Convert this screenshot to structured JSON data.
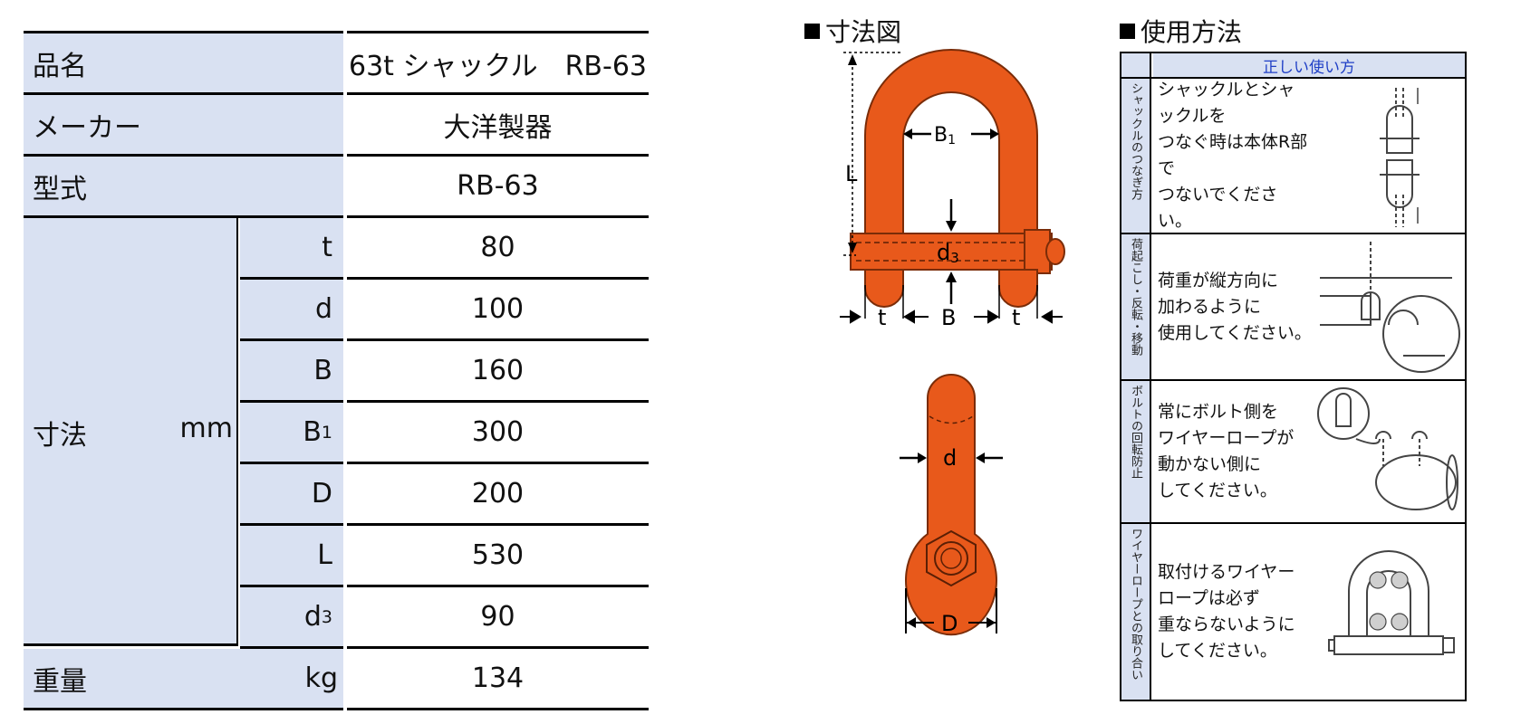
{
  "spec_table": {
    "rows": [
      {
        "label": "品名",
        "value": "63t シャックル　RB-63"
      },
      {
        "label": "メーカー",
        "value": "大洋製器"
      },
      {
        "label": "型式",
        "value": "RB-63"
      }
    ],
    "dimensions_label": "寸法",
    "dimensions_unit": "mm",
    "dimensions": [
      {
        "symbol": "t",
        "value": "80"
      },
      {
        "symbol": "d",
        "value": "100"
      },
      {
        "symbol": "B",
        "value": "160"
      },
      {
        "symbol": "B1",
        "value": "300"
      },
      {
        "symbol": "D",
        "value": "200"
      },
      {
        "symbol": "L",
        "value": "530"
      },
      {
        "symbol": "d3",
        "value": "90"
      }
    ],
    "weight_label": "重量",
    "weight_unit": "kg",
    "weight_value": "134"
  },
  "diagram": {
    "heading": "寸法図",
    "labels": {
      "B1": "B1",
      "L": "L",
      "d3": "d3",
      "t": "t",
      "B": "B",
      "d": "d",
      "D": "D"
    },
    "color": "#e8591b"
  },
  "usage": {
    "heading": "使用方法",
    "column_title": "正しい使い方",
    "rows": [
      {
        "side": "シャックルのつなぎ方",
        "text": "シャックルとシャックルを\nつなぐ時は本体R部で\nつないでください。"
      },
      {
        "side": "荷起こし・反転・移動",
        "text": "荷重が縦方向に\n加わるように\n使用してください。"
      },
      {
        "side": "ボルトの回転防止",
        "text": "常にボルト側を\nワイヤーロープが\n動かない側に\nしてください。"
      },
      {
        "side": "ワイヤーロープとの取り合い",
        "text": "取付けるワイヤー\nロープは必ず\n重ならないように\nしてください。"
      }
    ]
  },
  "colors": {
    "label_bg": "#d9e1f2",
    "accent_blue": "#1f3fc6",
    "shackle_orange": "#e8591b"
  }
}
